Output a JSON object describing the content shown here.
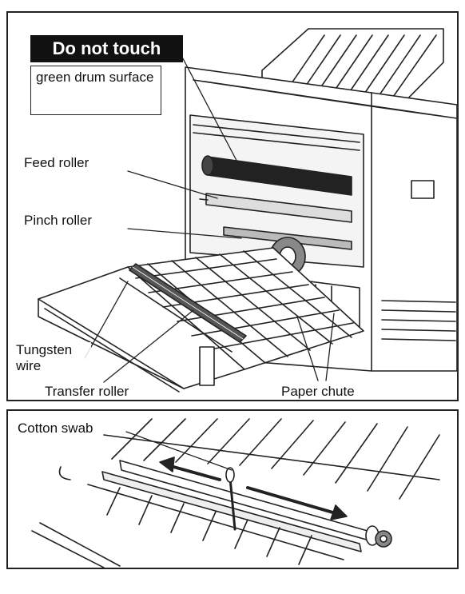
{
  "warning": {
    "heading": "Do not touch",
    "text": "green drum surface"
  },
  "labels": {
    "feed_roller": "Feed roller",
    "pinch_roller": "Pinch roller",
    "tungsten_wire": "Tungsten wire",
    "transfer_roller": "Transfer roller",
    "paper_chute": "Paper chute",
    "cotton_swab": "Cotton swab"
  }
}
